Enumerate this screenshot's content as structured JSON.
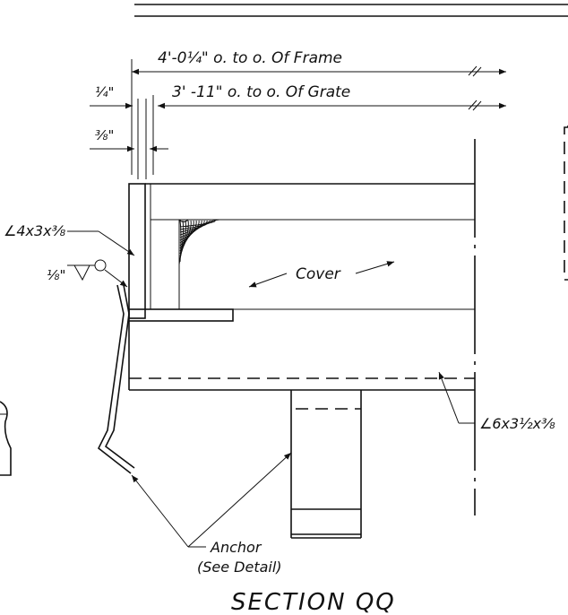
{
  "drawing": {
    "title": "SECTION QQ",
    "dims": {
      "frame": "4'-0¼\" o. to o. Of Frame",
      "grate": "3' -11\" o. to o. Of Grate",
      "quarter": "¼\"",
      "three_eighths": "⅜\""
    },
    "labels": {
      "angle_left": "∠4x3x⅜",
      "weld": "⅛\"",
      "cover": "Cover",
      "angle_right": "∠6x3½x⅜",
      "anchor_line1": "Anchor",
      "anchor_line2": "(See Detail)"
    }
  }
}
